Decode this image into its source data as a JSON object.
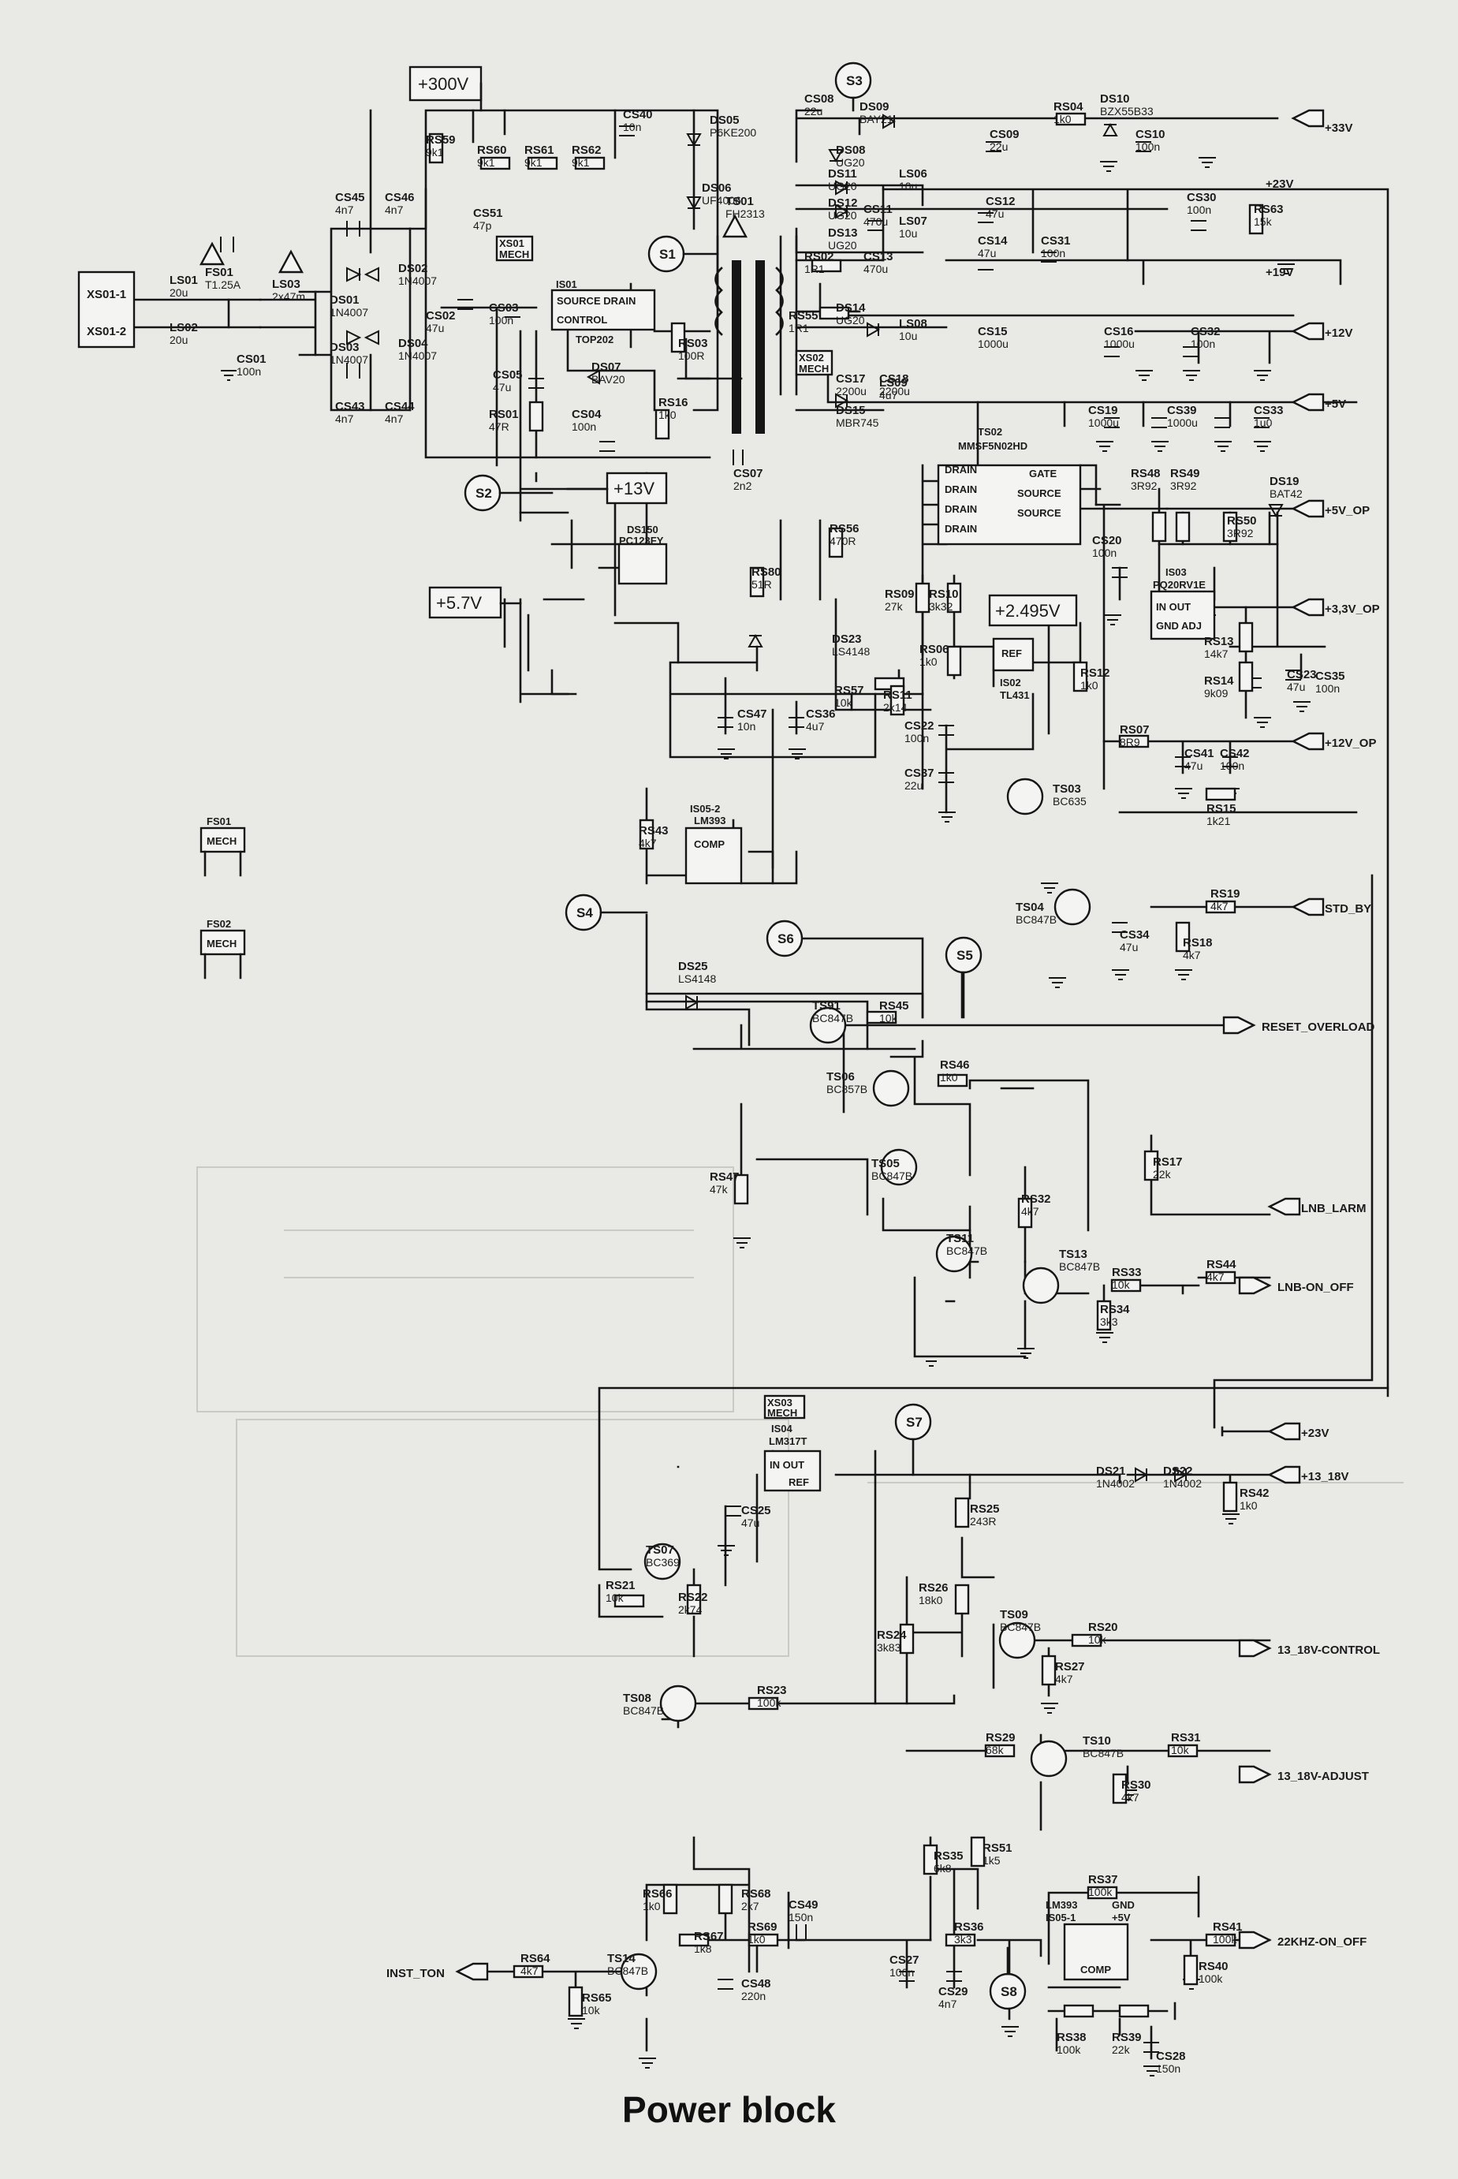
{
  "caption": "Power block",
  "boxed_voltages": [
    "+300V",
    "+13V",
    "+5.7V",
    "+2.495V"
  ],
  "test_points": [
    "S1",
    "S2",
    "S3",
    "S4",
    "S5",
    "S6",
    "S7",
    "S8"
  ],
  "connectors": [
    "XS01-1",
    "XS01-2"
  ],
  "outputs": [
    "+33V",
    "+23V",
    "+19V",
    "+12V",
    "+5V",
    "+5V_OP",
    "+3,3V_OP",
    "+12V_OP",
    "STD_BY",
    "RESET_OVERLOAD",
    "LNB_LARM",
    "LNB-ON_OFF",
    "+23V",
    "+13_18V",
    "13_18V-CONTROL",
    "13_18V-ADJUST",
    "22KHZ-ON_OFF"
  ],
  "input_label": "INST_TON",
  "mech_labels": [
    "XS01 MECH",
    "XS02 MECH",
    "XS03 MECH",
    "FS01 MECH",
    "FS02 MECH"
  ],
  "ic_labels": {
    "is01": [
      "IS01",
      "SOURCE DRAIN",
      "CONTROL",
      "TOP202"
    ],
    "ts02": [
      "TS02",
      "MMSF5N02HD",
      "DRAIN",
      "GATE",
      "SOURCE"
    ],
    "is03": [
      "IS03",
      "PQ20RV1E",
      "IN OUT",
      "GND ADJ"
    ],
    "is05_2": [
      "IS05-2",
      "LM393",
      "COMP"
    ],
    "is05_1": [
      "LM393",
      "IS05-1",
      "COMP",
      "GND",
      "+5V"
    ],
    "is04": [
      "IS04",
      "LM317T",
      "IN OUT",
      "REF"
    ],
    "is02": [
      "REF",
      "IS02",
      "TL431"
    ],
    "ds10": [
      "DS150",
      "PC123FY"
    ]
  },
  "components": [
    [
      "FS01",
      "T1.25A"
    ],
    [
      "LS01",
      "20u"
    ],
    [
      "LS02",
      "20u"
    ],
    [
      "CS01",
      "100n"
    ],
    [
      "LS03",
      "2x47m"
    ],
    [
      "DS01",
      "1N4007"
    ],
    [
      "DS02",
      "1N4007"
    ],
    [
      "DS03",
      "1N4007"
    ],
    [
      "DS04",
      "1N4007"
    ],
    [
      "CS45",
      "4n7"
    ],
    [
      "CS46",
      "4n7"
    ],
    [
      "CS43",
      "4n7"
    ],
    [
      "CS44",
      "4n7"
    ],
    [
      "CS02",
      "47u"
    ],
    [
      "RS59",
      "9k1"
    ],
    [
      "RS60",
      "9k1"
    ],
    [
      "RS61",
      "9k1"
    ],
    [
      "RS62",
      "9k1"
    ],
    [
      "CS40",
      "10n"
    ],
    [
      "DS05",
      "P6KE200"
    ],
    [
      "DS06",
      "UF4006"
    ],
    [
      "CS51",
      "47p"
    ],
    [
      "CS03",
      "100n"
    ],
    [
      "CS05",
      "47u"
    ],
    [
      "RS01",
      "47R"
    ],
    [
      "RS03",
      "100R"
    ],
    [
      "DS07",
      "BAV20"
    ],
    [
      "CS04",
      "100n"
    ],
    [
      "RS16",
      "1k0"
    ],
    [
      "CS07",
      "2n2"
    ],
    [
      "TS01",
      "FH2313"
    ],
    [
      "RS02",
      "1R1"
    ],
    [
      "RS55",
      "1R1"
    ],
    [
      "CS08",
      "22u"
    ],
    [
      "DS09",
      "BAY21"
    ],
    [
      "DS08",
      "UG20"
    ],
    [
      "DS11",
      "UG20"
    ],
    [
      "DS12",
      "UG20"
    ],
    [
      "DS13",
      "UG20"
    ],
    [
      "DS14",
      "UG20"
    ],
    [
      "DS15",
      "MBR745"
    ],
    [
      "RS04",
      "1k0"
    ],
    [
      "DS10",
      "BZX55B33"
    ],
    [
      "CS09",
      "22u"
    ],
    [
      "CS10",
      "100n"
    ],
    [
      "LS06",
      "10u"
    ],
    [
      "LS07",
      "10u"
    ],
    [
      "LS08",
      "10u"
    ],
    [
      "LS09",
      "4u7"
    ],
    [
      "CS11",
      "470u"
    ],
    [
      "CS12",
      "47u"
    ],
    [
      "CS13",
      "470u"
    ],
    [
      "CS14",
      "47u"
    ],
    [
      "CS31",
      "100n"
    ],
    [
      "CS30",
      "100n"
    ],
    [
      "RS63",
      "15k"
    ],
    [
      "CS15",
      "1000u"
    ],
    [
      "CS16",
      "1000u"
    ],
    [
      "CS32",
      "100n"
    ],
    [
      "CS17",
      "2200u"
    ],
    [
      "CS18",
      "2200u"
    ],
    [
      "CS19",
      "1000u"
    ],
    [
      "CS39",
      "1000u"
    ],
    [
      "CS33",
      "1u0"
    ],
    [
      "RS48",
      "3R92"
    ],
    [
      "RS49",
      "3R92"
    ],
    [
      "RS50",
      "3R92"
    ],
    [
      "DS19",
      "BAT42"
    ],
    [
      "CS20",
      "100n"
    ],
    [
      "RS13",
      "14k7"
    ],
    [
      "RS14",
      "9k09"
    ],
    [
      "CS23",
      "47u"
    ],
    [
      "CS35",
      "100n"
    ],
    [
      "RS56",
      "470R"
    ],
    [
      "RS80",
      "51R"
    ],
    [
      "RS09",
      "27k"
    ],
    [
      "RS10",
      "3k32"
    ],
    [
      "RS06",
      "1k0"
    ],
    [
      "RS12",
      "1k0"
    ],
    [
      "DS23",
      "LS4148"
    ],
    [
      "RS57",
      "10k"
    ],
    [
      "RS11",
      "2k14"
    ],
    [
      "CS47",
      "10n"
    ],
    [
      "CS36",
      "4u7"
    ],
    [
      "CS22",
      "100n"
    ],
    [
      "CS37",
      "22u"
    ],
    [
      "RS07",
      "8R9"
    ],
    [
      "CS41",
      "47u"
    ],
    [
      "CS42",
      "100n"
    ],
    [
      "TS03",
      "BC635"
    ],
    [
      "RS15",
      "1k21"
    ],
    [
      "RS43",
      "4k7"
    ],
    [
      "RS19",
      "4k7"
    ],
    [
      "TS04",
      "BC847B"
    ],
    [
      "CS34",
      "47u"
    ],
    [
      "RS18",
      "4k7"
    ],
    [
      "DS25",
      "LS4148"
    ],
    [
      "TS91",
      "BC847B"
    ],
    [
      "RS45",
      "10k"
    ],
    [
      "TS06",
      "BC857B"
    ],
    [
      "RS46",
      "1k0"
    ],
    [
      "TS05",
      "BC847B"
    ],
    [
      "RS47",
      "47k"
    ],
    [
      "RS17",
      "22k"
    ],
    [
      "RS32",
      "4k7"
    ],
    [
      "TS11",
      "BC847B"
    ],
    [
      "TS13",
      "BC847B"
    ],
    [
      "RS33",
      "10k"
    ],
    [
      "RS34",
      "3k3"
    ],
    [
      "RS44",
      "4k7"
    ],
    [
      "CS25",
      "47u"
    ],
    [
      "TS07",
      "BC369"
    ],
    [
      "RS21",
      "10k"
    ],
    [
      "RS22",
      "2k74"
    ],
    [
      "RS25",
      "243R"
    ],
    [
      "DS21",
      "1N4002"
    ],
    [
      "DS22",
      "1N4002"
    ],
    [
      "RS42",
      "1k0"
    ],
    [
      "RS26",
      "18k0"
    ],
    [
      "TS09",
      "BC847B"
    ],
    [
      "RS20",
      "10k"
    ],
    [
      "RS24",
      "3k83"
    ],
    [
      "RS27",
      "4k7"
    ],
    [
      "TS08",
      "BC847B"
    ],
    [
      "RS23",
      "100k"
    ],
    [
      "RS29",
      "68k"
    ],
    [
      "TS10",
      "BC847B"
    ],
    [
      "RS31",
      "10k"
    ],
    [
      "RS30",
      "4k7"
    ],
    [
      "RS66",
      "1k0"
    ],
    [
      "RS67",
      "1k8"
    ],
    [
      "RS68",
      "2k7"
    ],
    [
      "RS69",
      "1k0"
    ],
    [
      "CS49",
      "150n"
    ],
    [
      "RS64",
      "4k7"
    ],
    [
      "TS14",
      "BC847B"
    ],
    [
      "RS65",
      "10k"
    ],
    [
      "CS48",
      "220n"
    ],
    [
      "RS35",
      "6k8"
    ],
    [
      "RS51",
      "1k5"
    ],
    [
      "RS36",
      "3k3"
    ],
    [
      "CS27",
      "100n"
    ],
    [
      "CS29",
      "4n7"
    ],
    [
      "RS37",
      "100k"
    ],
    [
      "RS41",
      "100k"
    ],
    [
      "RS40",
      "100k"
    ],
    [
      "RS38",
      "100k"
    ],
    [
      "RS39",
      "22k"
    ],
    [
      "CS28",
      "150n"
    ]
  ]
}
